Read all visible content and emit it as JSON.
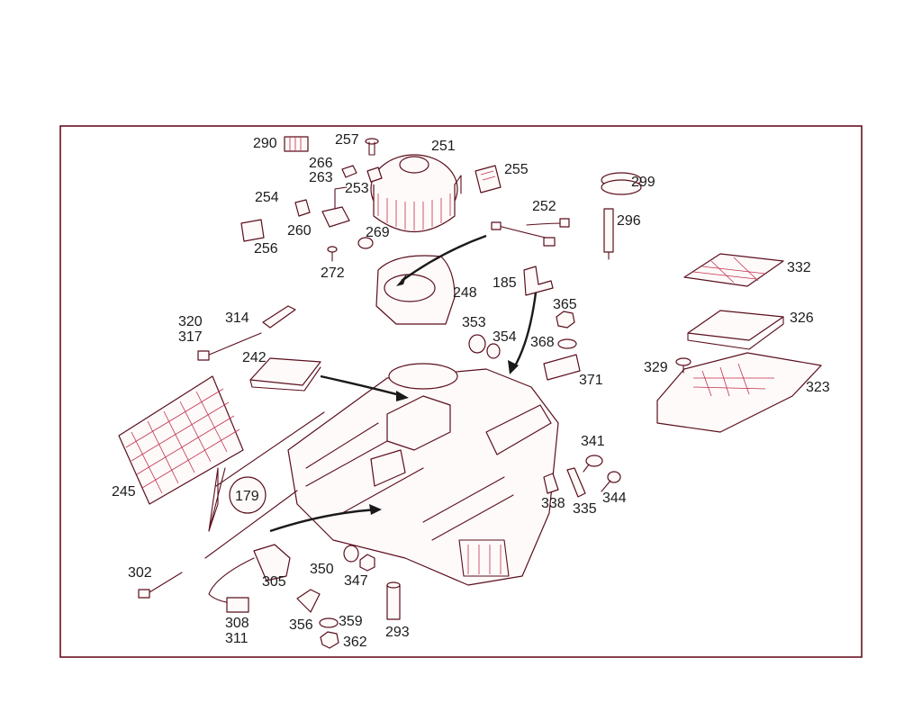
{
  "labels": {
    "p290": "290",
    "p257": "257",
    "p251": "251",
    "p266": "266",
    "p263": "263",
    "p253": "253",
    "p255": "255",
    "p299": "299",
    "p254": "254",
    "p252": "252",
    "p296": "296",
    "p260": "260",
    "p269": "269",
    "p256": "256",
    "p272": "272",
    "p248": "248",
    "p185": "185",
    "p332": "332",
    "p320": "320",
    "p314": "314",
    "p365": "365",
    "p317": "317",
    "p353": "353",
    "p354": "354",
    "p326": "326",
    "p368": "368",
    "p242": "242",
    "p329": "329",
    "p371": "371",
    "p323": "323",
    "p341": "341",
    "p245": "245",
    "p179": "179",
    "p338": "338",
    "p335": "335",
    "p344": "344",
    "p302": "302",
    "p350": "350",
    "p305": "305",
    "p347": "347",
    "p308": "308",
    "p311": "311",
    "p356": "356",
    "p359": "359",
    "p293": "293",
    "p362": "362"
  }
}
